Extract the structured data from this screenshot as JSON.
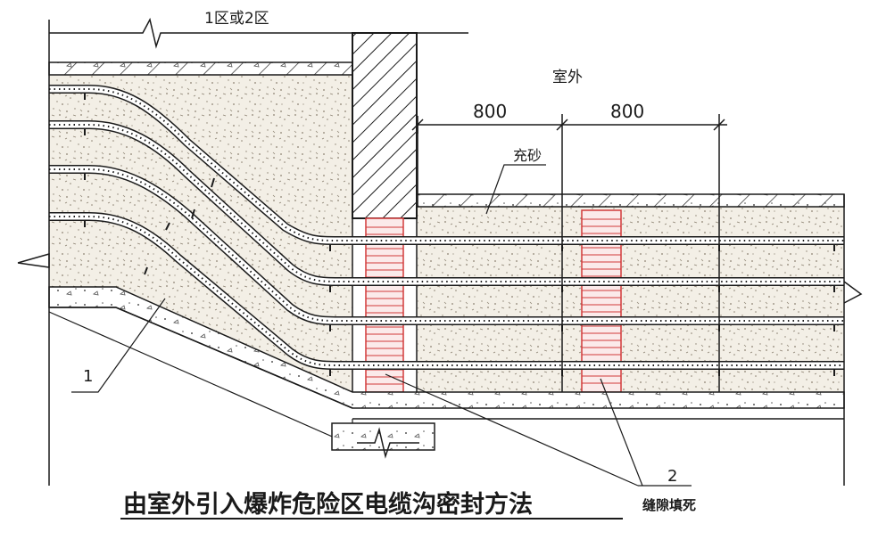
{
  "labels": {
    "zone": "1区或2区",
    "outdoor": "室外",
    "dim_left": "800",
    "dim_right": "800",
    "sand_fill": "充砂",
    "callout_1": "1",
    "callout_2": "2",
    "gap_fill_note": "缝隙填死",
    "title": "由室外引入爆炸危险区电缆沟密封方法"
  },
  "colors": {
    "line": "#1a1a1a",
    "sand": "#f3efe6",
    "brick": "#d23a3a",
    "brick_fill": "#fbeaea",
    "background": "#ffffff"
  },
  "cable_count": 4
}
